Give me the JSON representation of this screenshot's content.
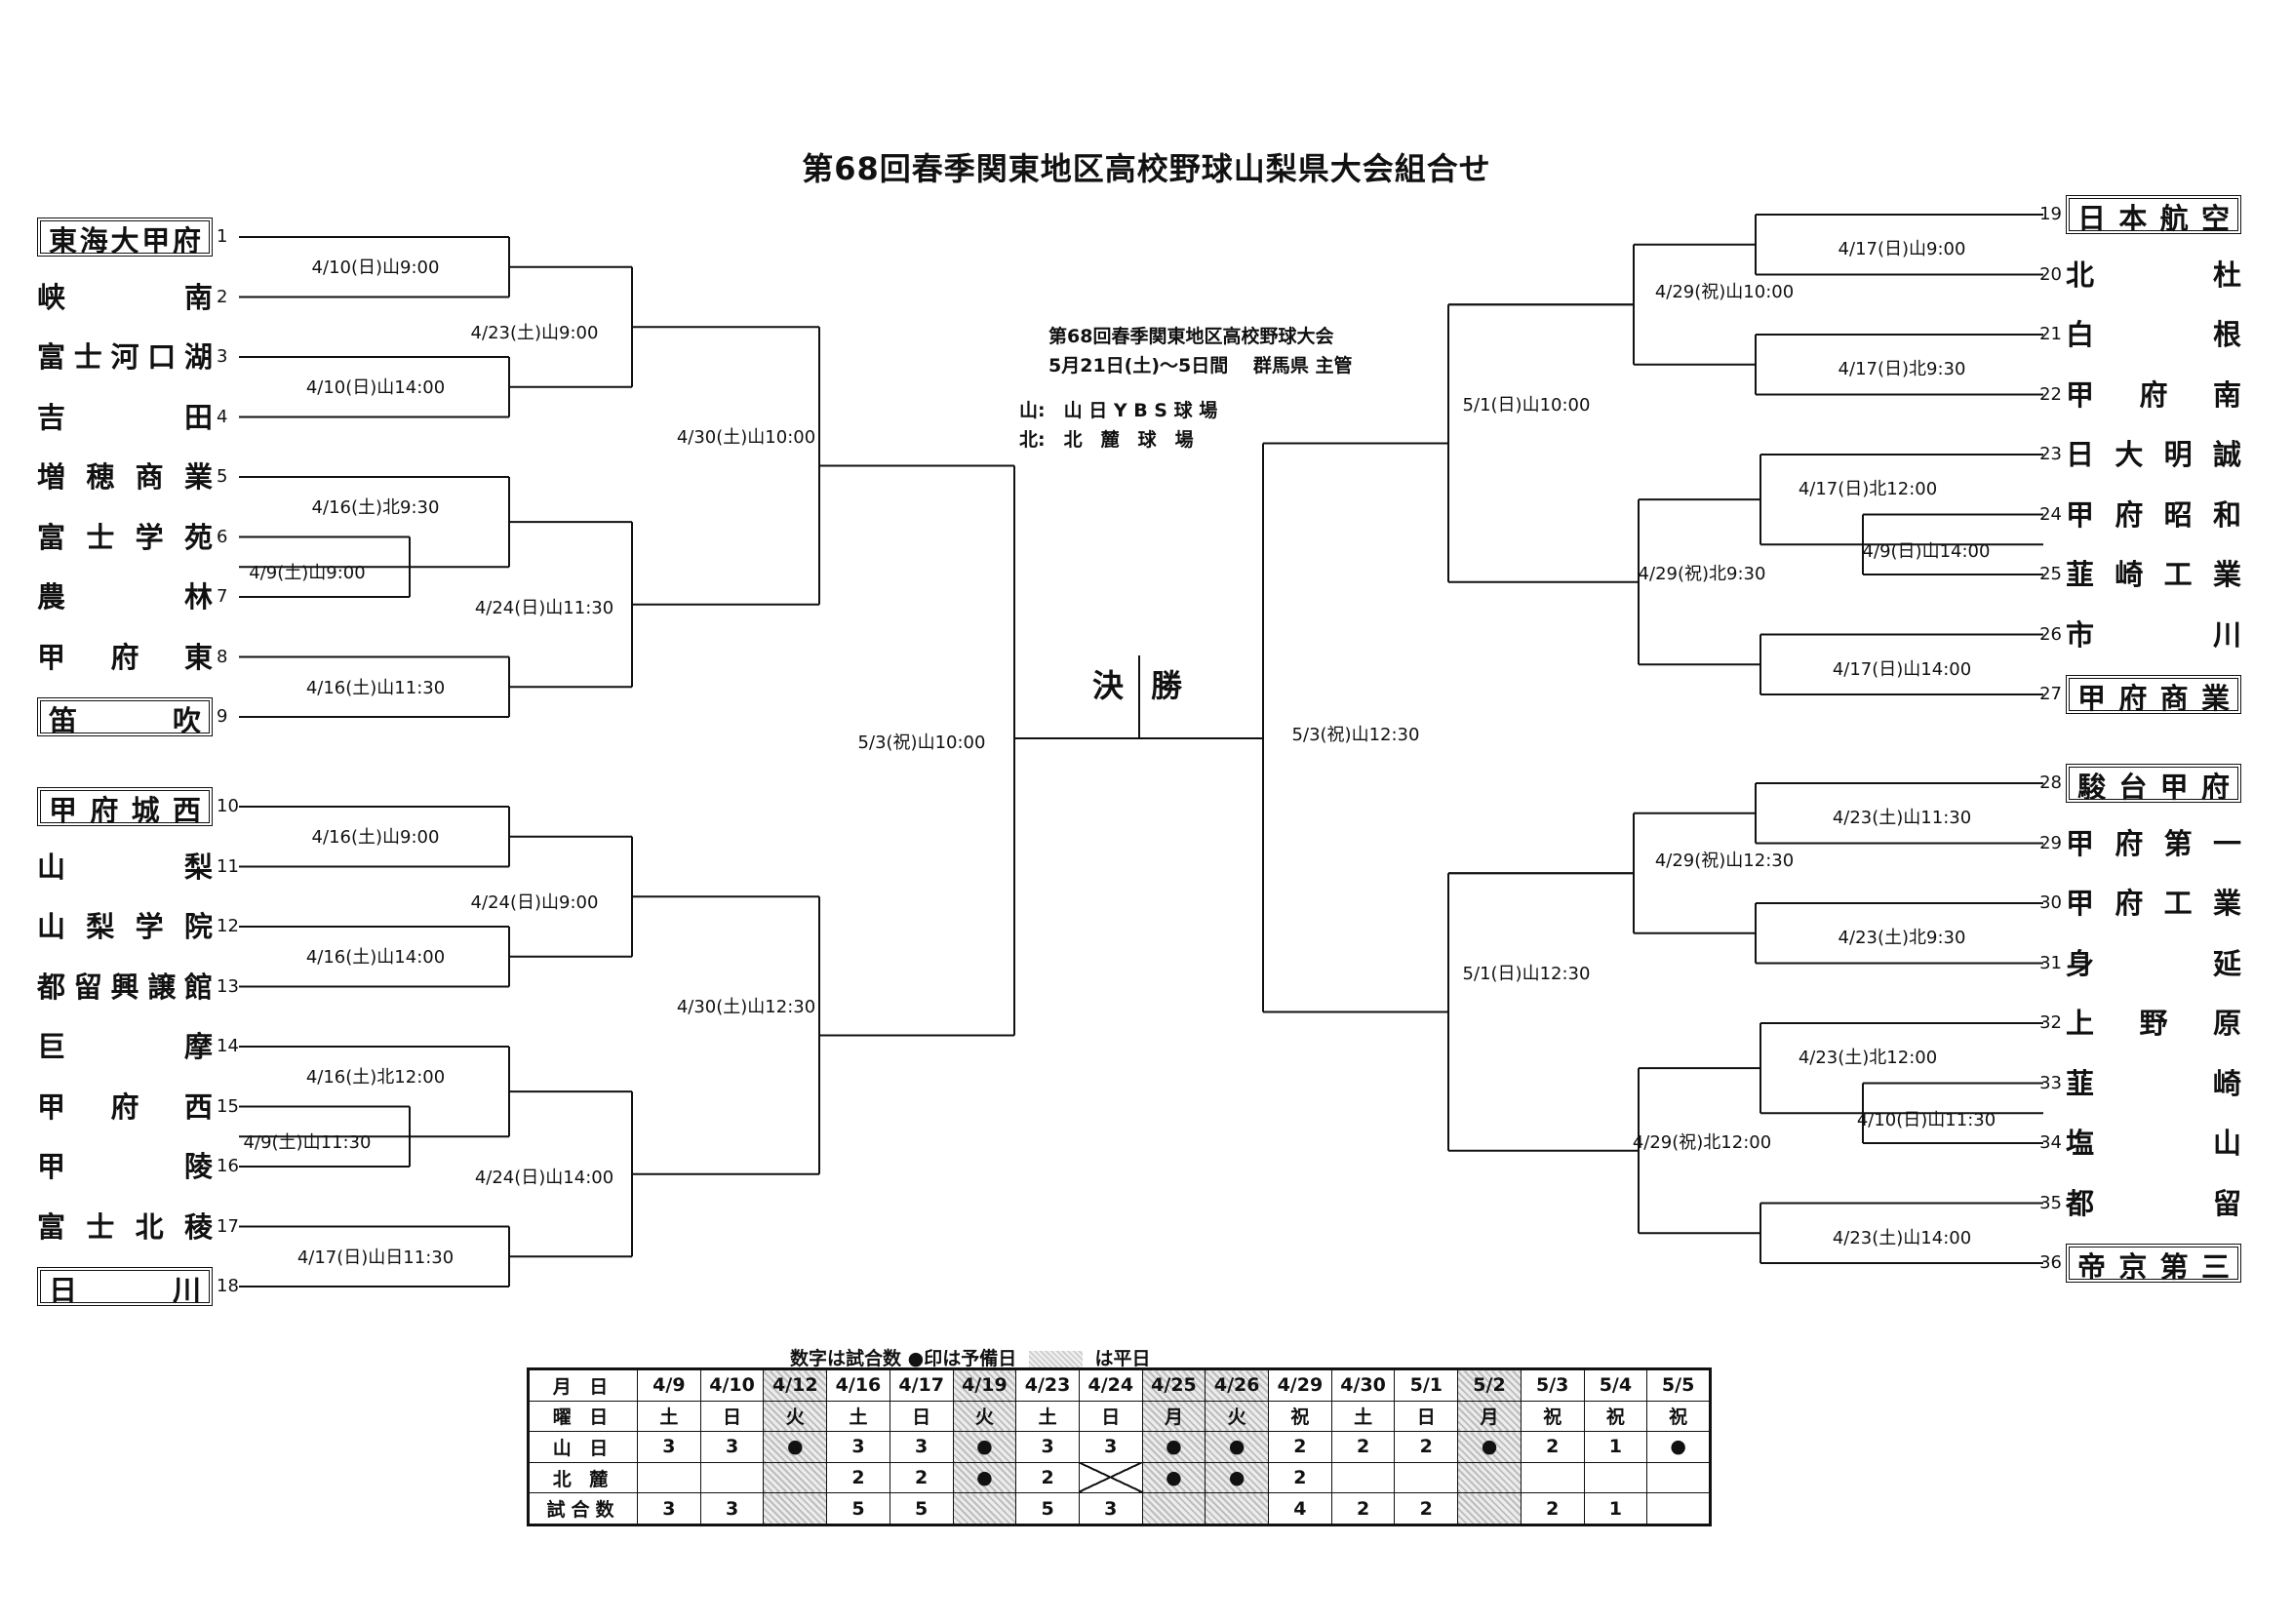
{
  "title": "第68回春季関東地区高校野球山梨県大会組合せ",
  "info": {
    "line1": "第68回春季関東地区高校野球大会",
    "line2": "5月21日(土)～5日間　 群馬県 主管",
    "venue1": "山:　山 日 Y B S 球 場",
    "venue2": "北:　北　麓　球　場"
  },
  "final": {
    "left": "決",
    "right": "勝"
  },
  "left_teams": [
    {
      "num": "1",
      "name": "東海大甲府",
      "seeded": true
    },
    {
      "num": "2",
      "name": "峡南",
      "seeded": false
    },
    {
      "num": "3",
      "name": "富士河口湖",
      "seeded": false
    },
    {
      "num": "4",
      "name": "吉田",
      "seeded": false
    },
    {
      "num": "5",
      "name": "増穂商業",
      "seeded": false
    },
    {
      "num": "6",
      "name": "富士学苑",
      "seeded": false
    },
    {
      "num": "7",
      "name": "農林",
      "seeded": false
    },
    {
      "num": "8",
      "name": "甲府東",
      "seeded": false
    },
    {
      "num": "9",
      "name": "笛吹",
      "seeded": true
    },
    {
      "num": "10",
      "name": "甲府城西",
      "seeded": true
    },
    {
      "num": "11",
      "name": "山梨",
      "seeded": false
    },
    {
      "num": "12",
      "name": "山梨学院",
      "seeded": false
    },
    {
      "num": "13",
      "name": "都留興譲館",
      "seeded": false
    },
    {
      "num": "14",
      "name": "巨摩",
      "seeded": false
    },
    {
      "num": "15",
      "name": "甲府西",
      "seeded": false
    },
    {
      "num": "16",
      "name": "甲陵",
      "seeded": false
    },
    {
      "num": "17",
      "name": "富士北稜",
      "seeded": false
    },
    {
      "num": "18",
      "name": "日川",
      "seeded": true
    }
  ],
  "right_teams": [
    {
      "num": "19",
      "name": "日本航空",
      "seeded": true
    },
    {
      "num": "20",
      "name": "北杜",
      "seeded": false
    },
    {
      "num": "21",
      "name": "白根",
      "seeded": false
    },
    {
      "num": "22",
      "name": "甲府南",
      "seeded": false
    },
    {
      "num": "23",
      "name": "日大明誠",
      "seeded": false
    },
    {
      "num": "24",
      "name": "甲府昭和",
      "seeded": false
    },
    {
      "num": "25",
      "name": "韮崎工業",
      "seeded": false
    },
    {
      "num": "26",
      "name": "市川",
      "seeded": false
    },
    {
      "num": "27",
      "name": "甲府商業",
      "seeded": true
    },
    {
      "num": "28",
      "name": "駿台甲府",
      "seeded": true
    },
    {
      "num": "29",
      "name": "甲府第一",
      "seeded": false
    },
    {
      "num": "30",
      "name": "甲府工業",
      "seeded": false
    },
    {
      "num": "31",
      "name": "身延",
      "seeded": false
    },
    {
      "num": "32",
      "name": "上野原",
      "seeded": false
    },
    {
      "num": "33",
      "name": "韮崎",
      "seeded": false
    },
    {
      "num": "34",
      "name": "塩山",
      "seeded": false
    },
    {
      "num": "35",
      "name": "都留",
      "seeded": false
    },
    {
      "num": "36",
      "name": "帝京第三",
      "seeded": true
    }
  ],
  "games": {
    "L1_12": "4/10(日)山9:00",
    "L1_34": "4/10(日)山14:00",
    "L1_A": "4/23(土)山9:00",
    "L1_67": "4/9(土)山9:00",
    "L1_5x": "4/16(土)北9:30",
    "L1_89": "4/16(土)山11:30",
    "L1_B": "4/24(日)山11:30",
    "L1_Q": "4/30(土)山10:00",
    "L2_1011": "4/16(土)山9:00",
    "L2_1213": "4/16(土)山14:00",
    "L2_A": "4/24(日)山9:00",
    "L2_1516": "4/9(土)山11:30",
    "L2_14x": "4/16(土)北12:00",
    "L2_1718": "4/17(日)山日11:30",
    "L2_B": "4/24(日)山14:00",
    "L2_Q": "4/30(土)山12:30",
    "L_SF": "5/3(祝)山10:00",
    "R1_1920": "4/17(日)山9:00",
    "R1_2122": "4/17(日)北9:30",
    "R1_A": "4/29(祝)山10:00",
    "R1_2425": "4/9(日)山14:00",
    "R1_23x": "4/17(日)北12:00",
    "R1_2627": "4/17(日)山14:00",
    "R1_B": "4/29(祝)北9:30",
    "R1_Q": "5/1(日)山10:00",
    "R2_2829": "4/23(土)山11:30",
    "R2_3031": "4/23(土)北9:30",
    "R2_A": "4/29(祝)山12:30",
    "R2_3334": "4/10(日)山11:30",
    "R2_32x": "4/23(土)北12:00",
    "R2_3536": "4/23(土)山14:00",
    "R2_B": "4/29(祝)北12:00",
    "R2_Q": "5/1(日)山12:30",
    "R_SF": "5/3(祝)山12:30"
  },
  "schedule": {
    "legend": {
      "left": "数字は試合数 ●印は予備日",
      "right": "は平日"
    },
    "row_labels": [
      "月 日",
      "曜 日",
      "山 日",
      "北 麓",
      "試合数"
    ],
    "dates": [
      "4/9",
      "4/10",
      "4/12",
      "4/16",
      "4/17",
      "4/19",
      "4/23",
      "4/24",
      "4/25",
      "4/26",
      "4/29",
      "4/30",
      "5/1",
      "5/2",
      "5/3",
      "5/4",
      "5/5"
    ],
    "days": [
      "土",
      "日",
      "火",
      "土",
      "日",
      "火",
      "土",
      "日",
      "月",
      "火",
      "祝",
      "土",
      "日",
      "月",
      "祝",
      "祝",
      "祝"
    ],
    "yamanichi": [
      "3",
      "3",
      "●",
      "3",
      "3",
      "●",
      "3",
      "3",
      "●",
      "●",
      "2",
      "2",
      "2",
      "●",
      "2",
      "1",
      "●"
    ],
    "hokuroku": [
      "",
      "",
      "",
      "2",
      "2",
      "●",
      "2",
      "✕",
      "●",
      "●",
      "2",
      "",
      "",
      "",
      "",
      "",
      ""
    ],
    "games": [
      "3",
      "3",
      "",
      "5",
      "5",
      "",
      "5",
      "3",
      "",
      "",
      "4",
      "2",
      "2",
      "",
      "2",
      "1",
      ""
    ],
    "weekday": [
      false,
      false,
      true,
      false,
      false,
      true,
      false,
      false,
      true,
      true,
      false,
      false,
      false,
      true,
      false,
      false,
      false
    ]
  }
}
